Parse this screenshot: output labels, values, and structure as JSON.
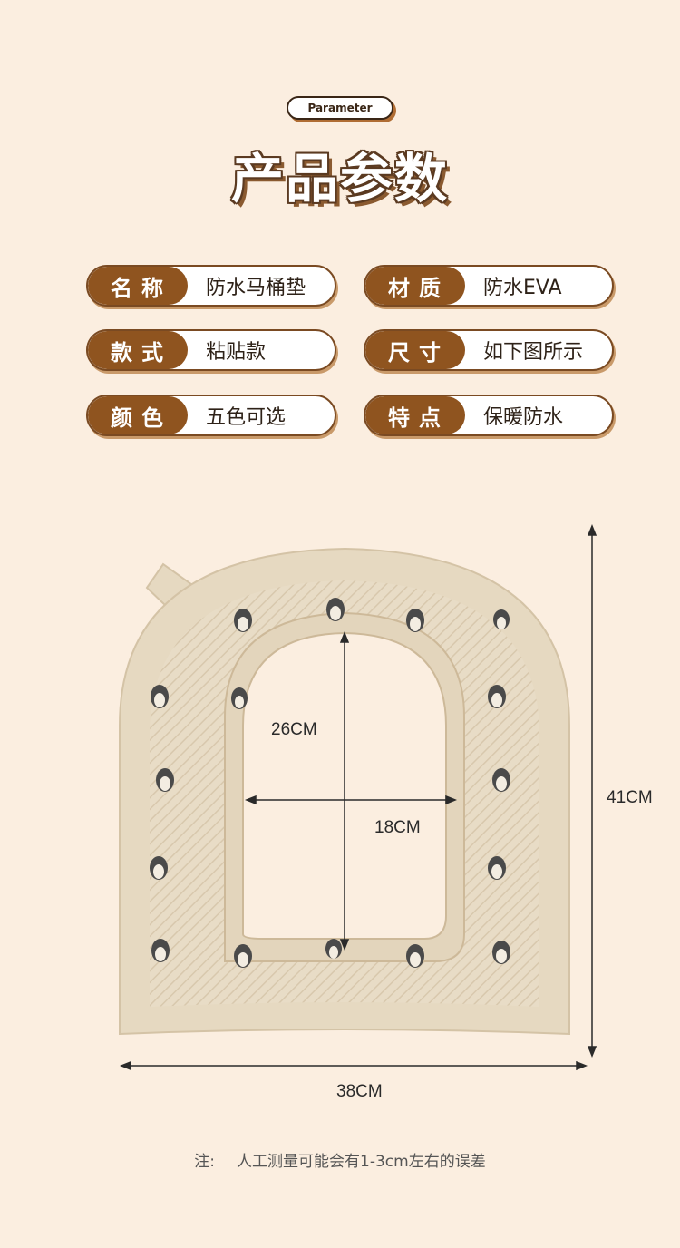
{
  "header": {
    "badge": "Parameter",
    "title": "产品参数"
  },
  "params": [
    {
      "label": "名称",
      "value": "防水马桶垫"
    },
    {
      "label": "材质",
      "value": "防水EVA"
    },
    {
      "label": "款式",
      "value": "粘贴款"
    },
    {
      "label": "尺寸",
      "value": "如下图所示"
    },
    {
      "label": "颜色",
      "value": "五色可选"
    },
    {
      "label": "特点",
      "value": "保暖防水"
    }
  ],
  "dimensions": {
    "inner_height": "26CM",
    "inner_width": "18CM",
    "outer_height": "41CM",
    "outer_width": "38CM"
  },
  "note": {
    "prefix": "注:",
    "text": "人工测量可能会有1-3cm左右的误差"
  },
  "colors": {
    "background": "#fbeee0",
    "label_brown": "#8f541f",
    "seat_beige": "#e6d9c1"
  }
}
